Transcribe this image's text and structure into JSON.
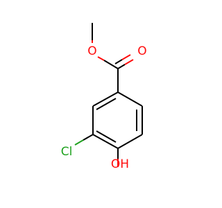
{
  "molecule": {
    "atoms": {
      "carbonyl_oxygen": "O",
      "ester_oxygen": "O",
      "chlorine": "Cl",
      "hydroxyl": "OH"
    },
    "colors": {
      "oxygen": "#ff0d0d",
      "chlorine": "#1fa21f",
      "carbon_bond": "#000000",
      "background": "#ffffff"
    }
  }
}
